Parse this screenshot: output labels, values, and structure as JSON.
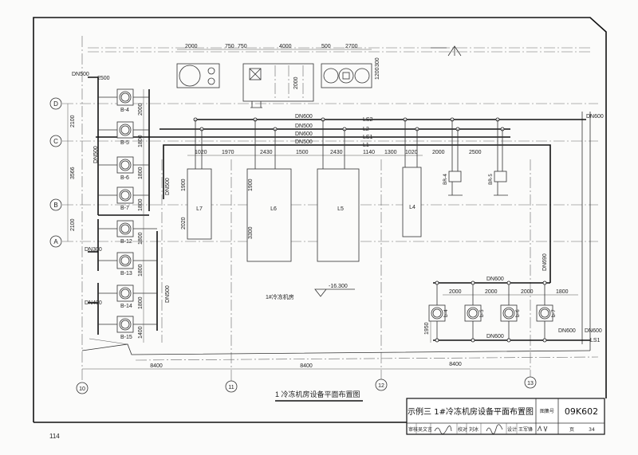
{
  "page_number": "114",
  "drawing_title": "1 冷冻机房设备平面布置图",
  "title_block": {
    "title": "示例三 1#冷冻机房设备平面布置图",
    "atlas_label": "图集号",
    "atlas_no": "09K602",
    "review_label": "审核",
    "reviewer": "吴文言",
    "check_label": "校对",
    "checker": "刘冰",
    "design_label": "设计",
    "designer": "王军锋",
    "page_label": "页",
    "page": "34"
  },
  "axes": {
    "rows": [
      "D",
      "C",
      "B",
      "A"
    ],
    "cols": [
      "10",
      "11",
      "12",
      "13"
    ],
    "row_dims": [
      "2100",
      "3566",
      "2100"
    ],
    "col_dims": [
      "8400",
      "8400",
      "8400"
    ]
  },
  "top_equipment_dims": [
    "2000",
    "750",
    "750",
    "4000",
    "500",
    "2700",
    "2000",
    "1200",
    "300"
  ],
  "pipes": {
    "ls2": "LS2",
    "l2": "L2",
    "ls1": "LS1",
    "l1": "L1",
    "dn600_ls2": "DN600",
    "dn500_l2": "DN500",
    "dn600_ls1": "DN600",
    "dn500_l1": "DN500",
    "dn600_right": "DN600",
    "dn600_vertical": "DN690",
    "dn500_top_left": "DN500",
    "dn500_header": "DN500",
    "dn500_supply": "DN500",
    "dn300": "DN300",
    "dn400": "DN400",
    "dn500_lower": "DN500"
  },
  "chillers": [
    "L7",
    "L6",
    "L5",
    "L4"
  ],
  "chiller_dims": [
    "1020",
    "1970",
    "2430",
    "1500",
    "2430",
    "1140",
    "1300",
    "1020",
    "2000",
    "2500"
  ],
  "chiller_side_dims": [
    "1900",
    "2020",
    "1900",
    "3300"
  ],
  "left_pumps": {
    "names": [
      "B-4",
      "B-5",
      "B-6",
      "B-7",
      "B-12",
      "B-13",
      "B-14",
      "B-15"
    ],
    "top_dim": "2500",
    "dims": [
      "2000",
      "1800",
      "1800",
      "1800",
      "1800",
      "1800",
      "1800",
      "1400"
    ]
  },
  "branch_units": [
    "BR-4",
    "BR-5"
  ],
  "lower_pumps": {
    "names": [
      "b-4",
      "b-5",
      "b-6",
      "b-7"
    ],
    "dims": [
      "2000",
      "2000",
      "2000",
      "1800",
      "1950"
    ],
    "header_top": "DN600",
    "header_bottom": "DN600",
    "outlet_1": "DN600",
    "outlet_2": "DN600",
    "outlet_label": "LS1"
  },
  "room": {
    "name": "1#冷冻机房",
    "elevation": "-16.300"
  }
}
